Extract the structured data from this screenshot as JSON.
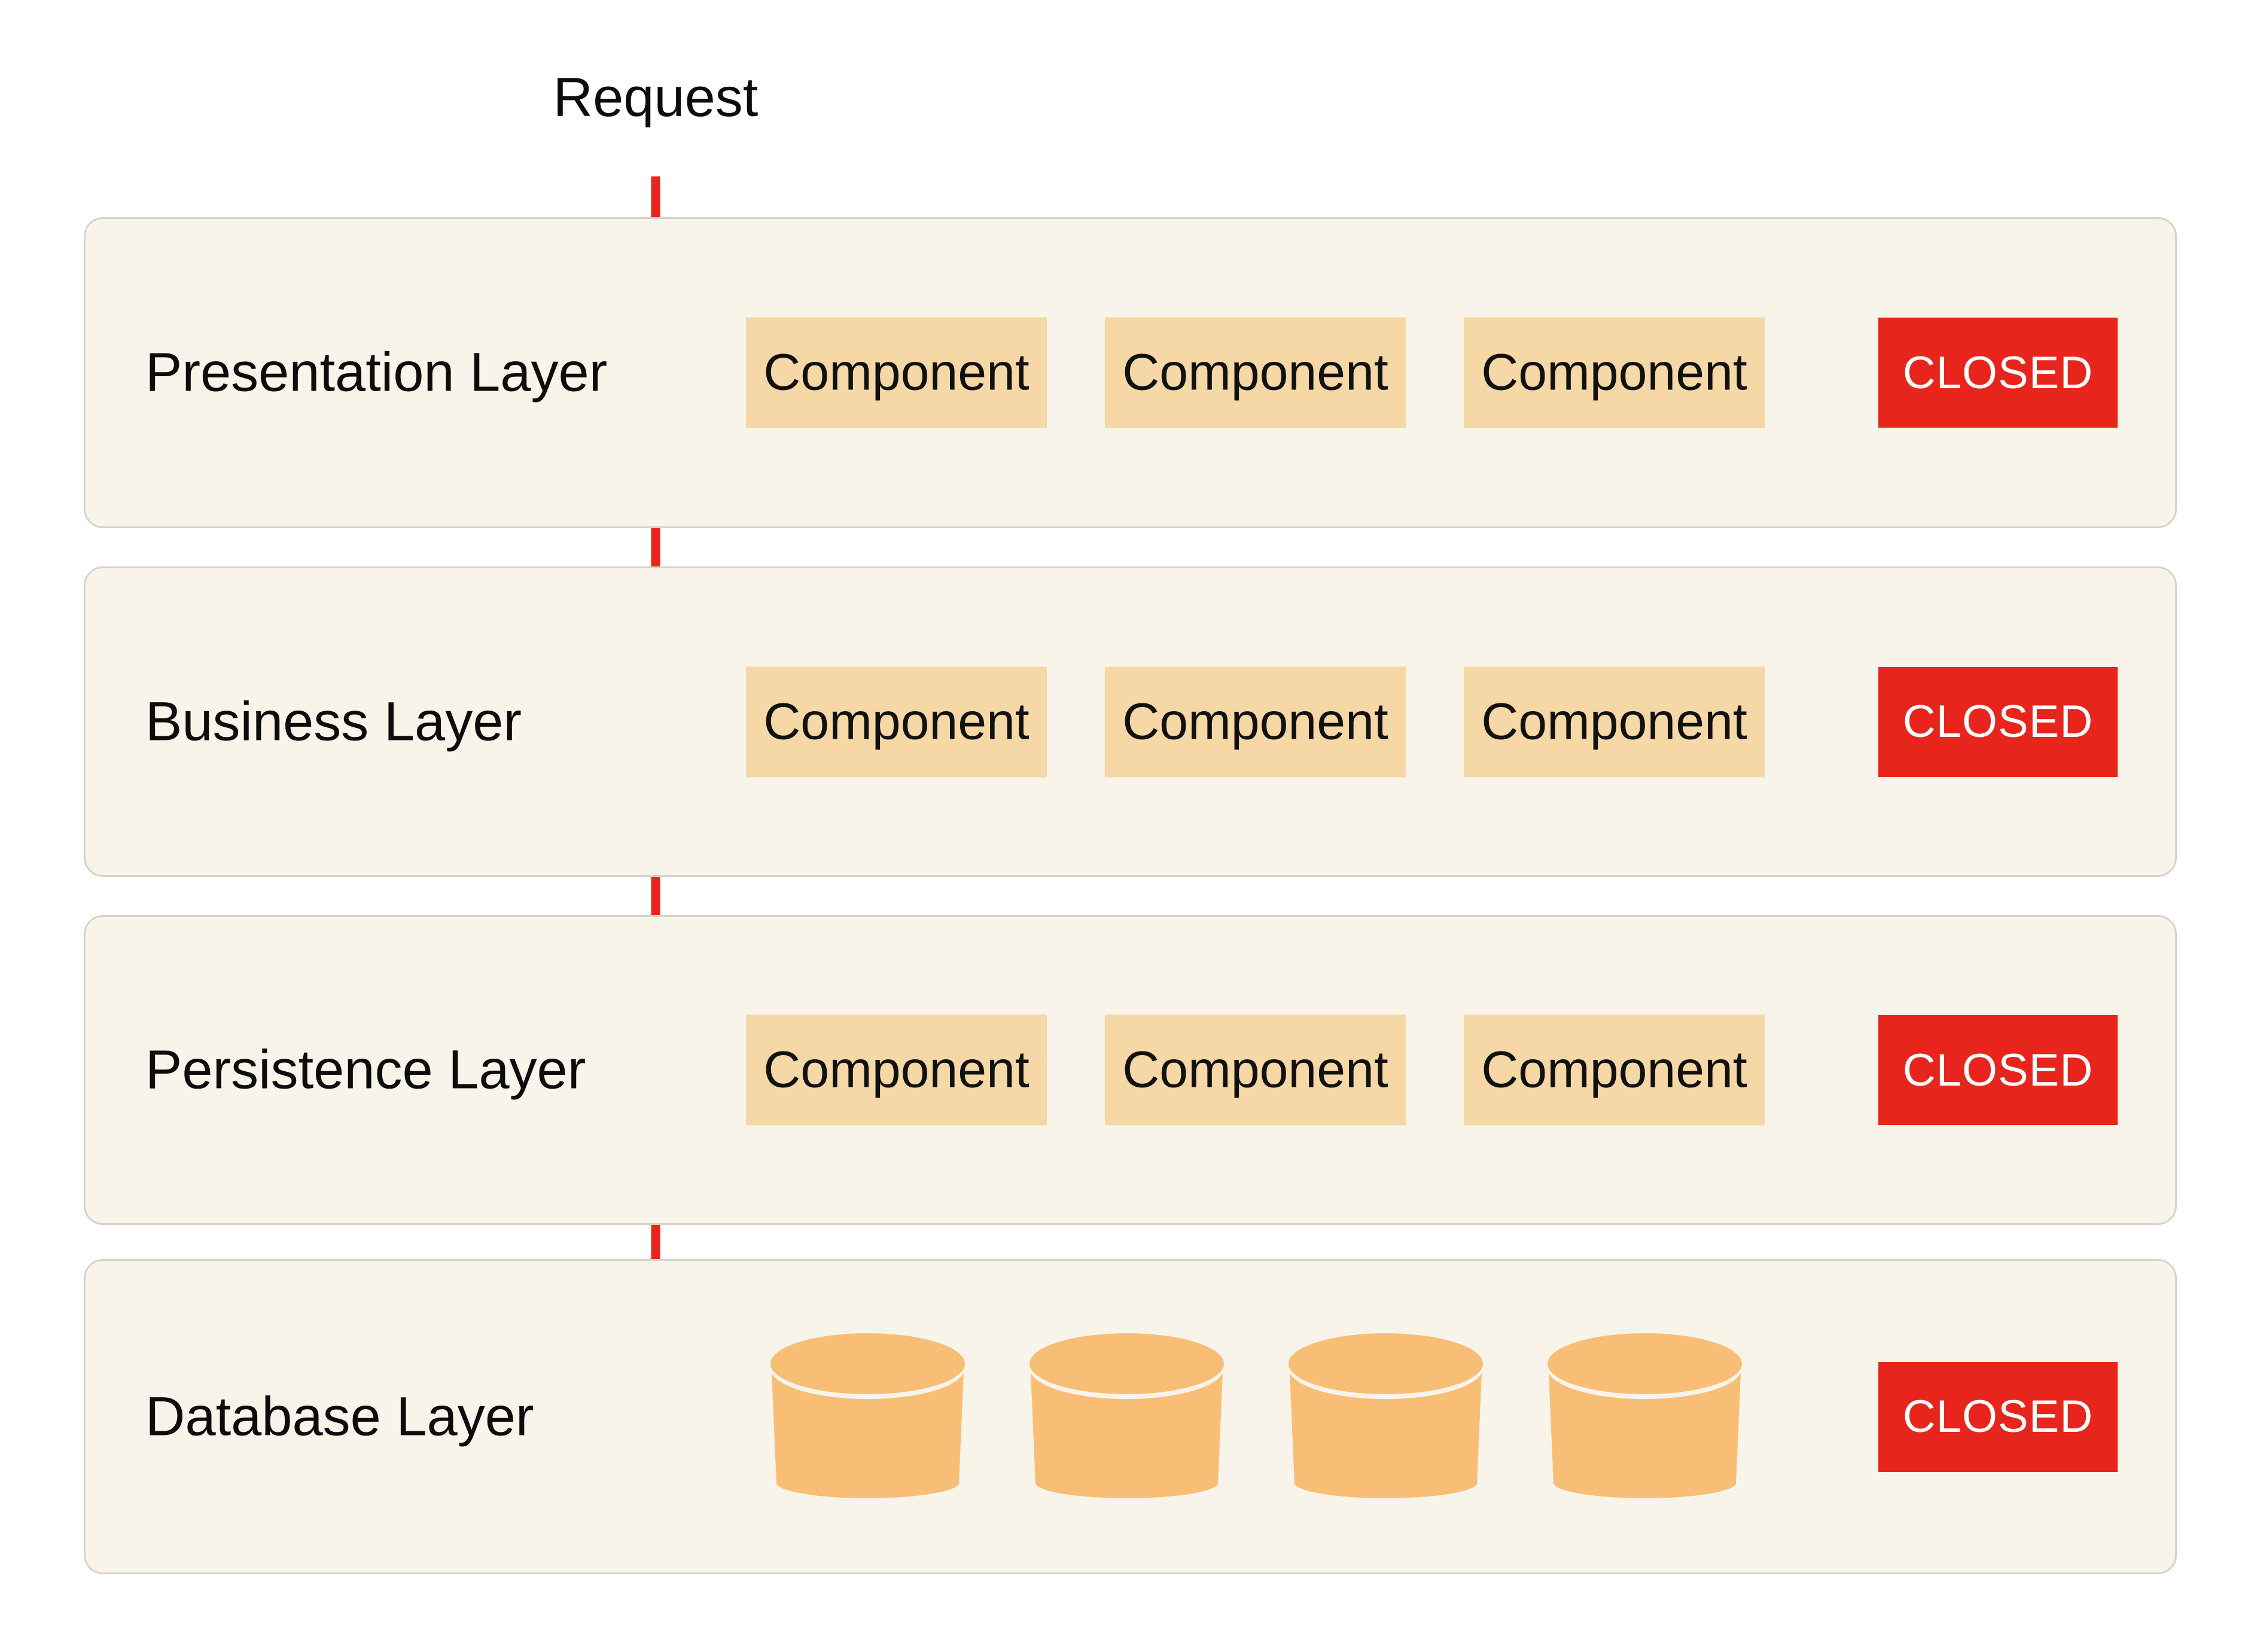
{
  "request": {
    "label": "Request"
  },
  "layers": [
    {
      "name": "Presentation Layer",
      "item_type": "component",
      "items": [
        "Component",
        "Component",
        "Component"
      ],
      "status": "CLOSED"
    },
    {
      "name": "Business Layer",
      "item_type": "component",
      "items": [
        "Component",
        "Component",
        "Component"
      ],
      "status": "CLOSED"
    },
    {
      "name": "Persistence Layer",
      "item_type": "component",
      "items": [
        "Component",
        "Component",
        "Component"
      ],
      "status": "CLOSED"
    },
    {
      "name": "Database Layer",
      "item_type": "database",
      "items": [
        "database-icon",
        "database-icon",
        "database-icon",
        "database-icon"
      ],
      "status": "CLOSED"
    }
  ],
  "icons": {
    "arrow": "down-arrow-icon",
    "database": "database-cylinder-icon"
  },
  "colors": {
    "status_closed": "#e8251c",
    "arrow_red": "#e8251c",
    "component_fill": "#f5d8a5",
    "database_fill": "#f9be75",
    "layer_background": "#f8f4ea",
    "layer_border": "#d6d3ca",
    "page_background": "#ffffff",
    "text": "#0c0c0c",
    "status_text": "#ffffff"
  }
}
